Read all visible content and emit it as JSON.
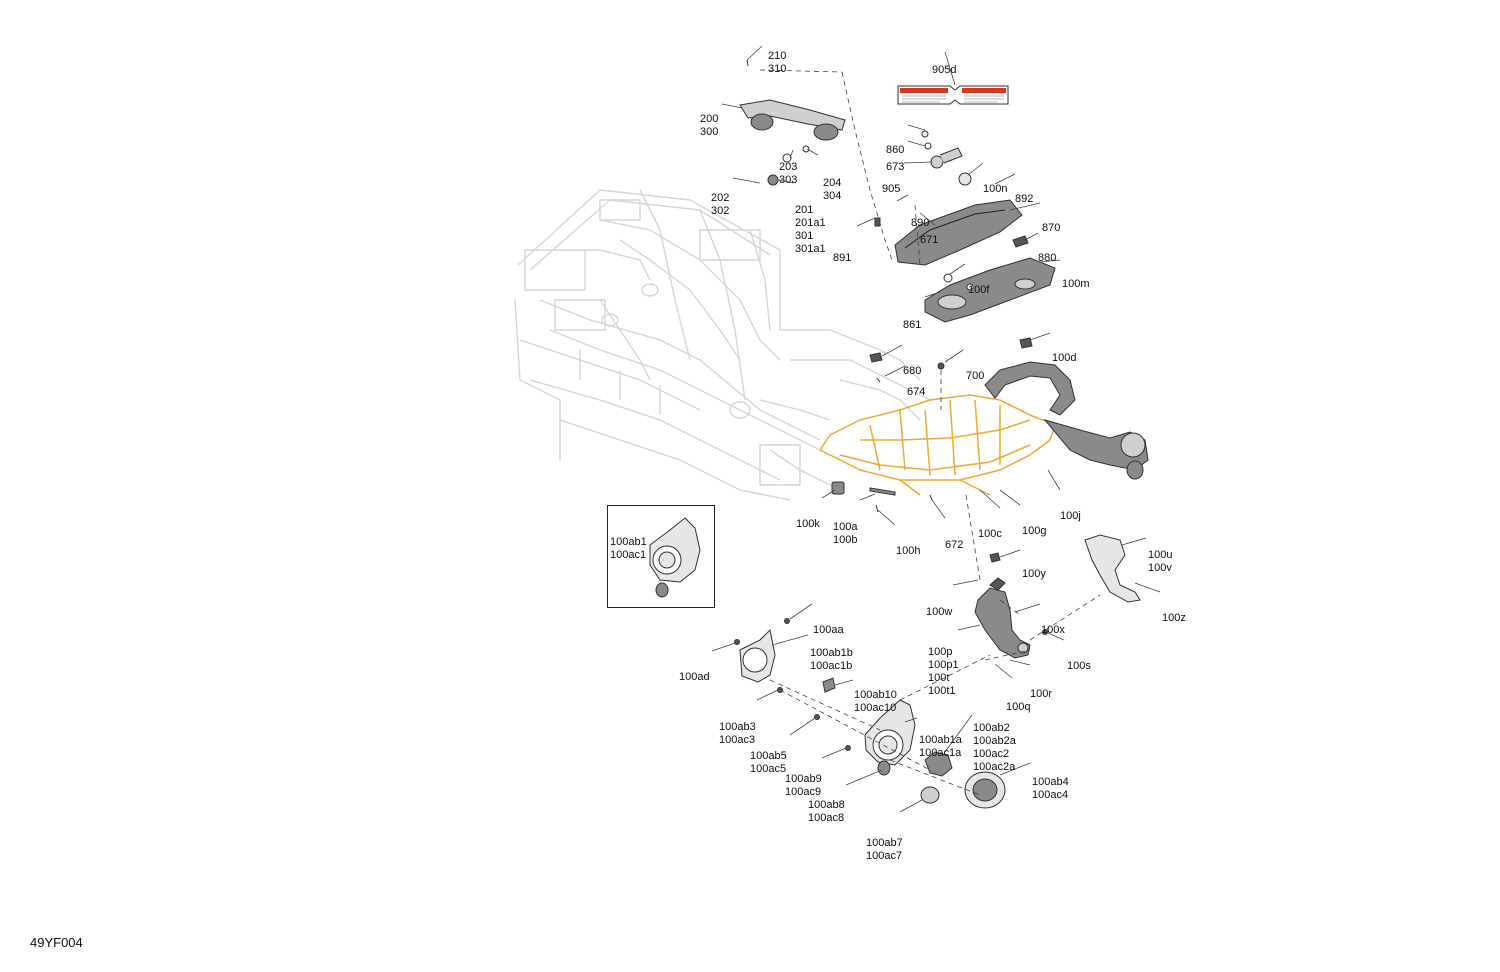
{
  "figure_id": "49YF004",
  "colors": {
    "frame": "#d6d6d6",
    "highlight": "#f0a830",
    "part_stroke": "#333333",
    "part_fill": "#8a8a8a",
    "decal_red": "#d9361c"
  },
  "callouts": [
    {
      "id": "c-210-310",
      "lines": [
        "210",
        "310"
      ]
    },
    {
      "id": "c-905d",
      "lines": [
        "905d"
      ]
    },
    {
      "id": "c-200-300",
      "lines": [
        "200",
        "300"
      ]
    },
    {
      "id": "c-860",
      "lines": [
        "860"
      ]
    },
    {
      "id": "c-673",
      "lines": [
        "673"
      ]
    },
    {
      "id": "c-203-303",
      "lines": [
        "203",
        "303"
      ]
    },
    {
      "id": "c-204-304",
      "lines": [
        "204",
        "304"
      ]
    },
    {
      "id": "c-905",
      "lines": [
        "905"
      ]
    },
    {
      "id": "c-100n",
      "lines": [
        "100n"
      ]
    },
    {
      "id": "c-892",
      "lines": [
        "892"
      ]
    },
    {
      "id": "c-202-302",
      "lines": [
        "202",
        "302"
      ]
    },
    {
      "id": "c-201-group",
      "lines": [
        "201",
        "201a1",
        "301",
        "301a1"
      ]
    },
    {
      "id": "c-890",
      "lines": [
        "890"
      ]
    },
    {
      "id": "c-870",
      "lines": [
        "870"
      ]
    },
    {
      "id": "c-671",
      "lines": [
        "671"
      ]
    },
    {
      "id": "c-891",
      "lines": [
        "891"
      ]
    },
    {
      "id": "c-880",
      "lines": [
        "880"
      ]
    },
    {
      "id": "c-100f",
      "lines": [
        "100f"
      ]
    },
    {
      "id": "c-100m",
      "lines": [
        "100m"
      ]
    },
    {
      "id": "c-861",
      "lines": [
        "861"
      ]
    },
    {
      "id": "c-100d",
      "lines": [
        "100d"
      ]
    },
    {
      "id": "c-680",
      "lines": [
        "680"
      ]
    },
    {
      "id": "c-700",
      "lines": [
        "700"
      ]
    },
    {
      "id": "c-674",
      "lines": [
        "674"
      ]
    },
    {
      "id": "c-100k",
      "lines": [
        "100k"
      ]
    },
    {
      "id": "c-100a-100b",
      "lines": [
        "100a",
        "100b"
      ]
    },
    {
      "id": "c-100h",
      "lines": [
        "100h"
      ]
    },
    {
      "id": "c-672",
      "lines": [
        "672"
      ]
    },
    {
      "id": "c-100c",
      "lines": [
        "100c"
      ]
    },
    {
      "id": "c-100g",
      "lines": [
        "100g"
      ]
    },
    {
      "id": "c-100j",
      "lines": [
        "100j"
      ]
    },
    {
      "id": "c-inset",
      "lines": [
        "100ab1",
        "100ac1"
      ]
    },
    {
      "id": "c-100u-100v",
      "lines": [
        "100u",
        "100v"
      ]
    },
    {
      "id": "c-100y",
      "lines": [
        "100y"
      ]
    },
    {
      "id": "c-100w",
      "lines": [
        "100w"
      ]
    },
    {
      "id": "c-100z",
      "lines": [
        "100z"
      ]
    },
    {
      "id": "c-100x",
      "lines": [
        "100x"
      ]
    },
    {
      "id": "c-100aa",
      "lines": [
        "100aa"
      ]
    },
    {
      "id": "c-100ab1b",
      "lines": [
        "100ab1b",
        "100ac1b"
      ]
    },
    {
      "id": "c-100p-group",
      "lines": [
        "100p",
        "100p1",
        "100t",
        "100t1"
      ]
    },
    {
      "id": "c-100s",
      "lines": [
        "100s"
      ]
    },
    {
      "id": "c-100ad",
      "lines": [
        "100ad"
      ]
    },
    {
      "id": "c-100r",
      "lines": [
        "100r"
      ]
    },
    {
      "id": "c-100q",
      "lines": [
        "100q"
      ]
    },
    {
      "id": "c-100ab10",
      "lines": [
        "100ab10",
        "100ac10"
      ]
    },
    {
      "id": "c-100ab3",
      "lines": [
        "100ab3",
        "100ac3"
      ]
    },
    {
      "id": "c-100ab2",
      "lines": [
        "100ab2",
        "100ab2a",
        "100ac2",
        "100ac2a"
      ]
    },
    {
      "id": "c-100ab1a",
      "lines": [
        "100ab1a",
        "100ac1a"
      ]
    },
    {
      "id": "c-100ab5",
      "lines": [
        "100ab5",
        "100ac5"
      ]
    },
    {
      "id": "c-100ab9",
      "lines": [
        "100ab9",
        "100ac9"
      ]
    },
    {
      "id": "c-100ab4",
      "lines": [
        "100ab4",
        "100ac4"
      ]
    },
    {
      "id": "c-100ab8",
      "lines": [
        "100ab8",
        "100ac8"
      ]
    },
    {
      "id": "c-100ab7",
      "lines": [
        "100ab7",
        "100ac7"
      ]
    }
  ]
}
